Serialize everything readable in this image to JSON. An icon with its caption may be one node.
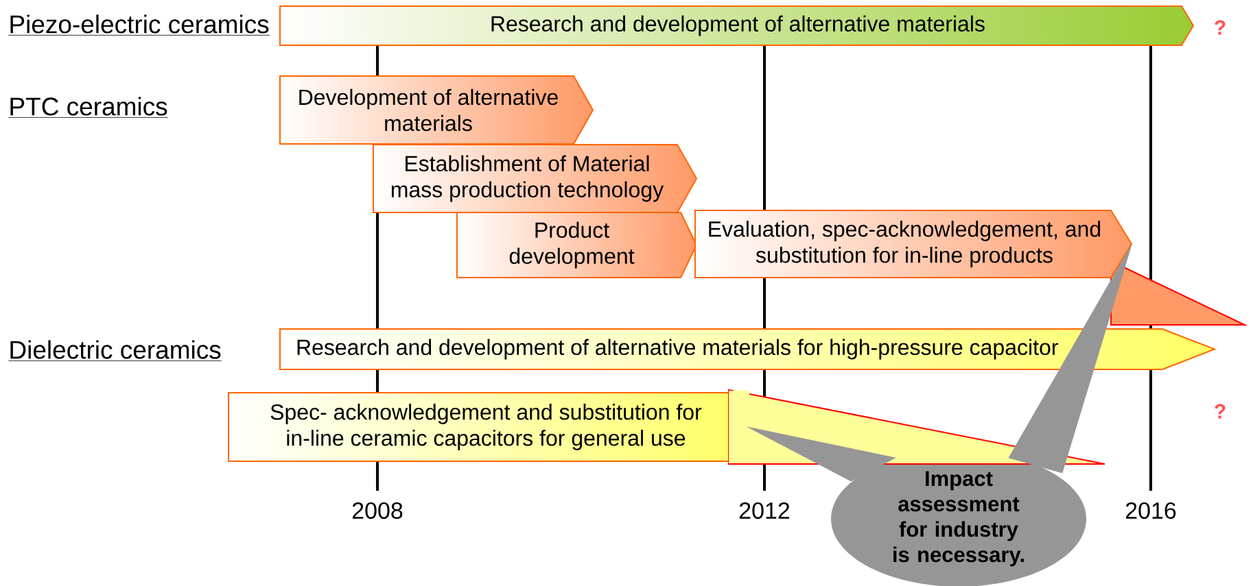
{
  "diagram": {
    "nodes": [
      {
        "text": [
          "Research and development of alternative materials"
        ]
      },
      {
        "text": [
          "Development of alternative materials"
        ]
      },
      {
        "text": [
          "Establishment of Material mass production technology"
        ]
      },
      {
        "text": [
          "Product development"
        ]
      },
      {
        "text": [
          "Evaluation, spec-acknowledgement, and substitution for in-line products"
        ]
      },
      {
        "text": [
          "Research and development of alternative materials for high-pressure capacitor"
        ]
      },
      {
        "text": [
          "Spec- acknowledgement and substitution for in-line ceramic capacitors for general use"
        ]
      },
      {
        "text": [
          "Impact assessment for industry is necessary."
        ]
      }
    ],
    "edges": [
      {
        "from": 7,
        "to": 4,
        "arrow": "none"
      },
      {
        "from": 7,
        "to": 6,
        "arrow": "none"
      }
    ],
    "labels": [
      "Piezo-electric ceramics",
      "?",
      "PTC ceramics",
      "Dielectric ceramics",
      "?",
      "2008",
      "2012",
      "2016"
    ]
  }
}
